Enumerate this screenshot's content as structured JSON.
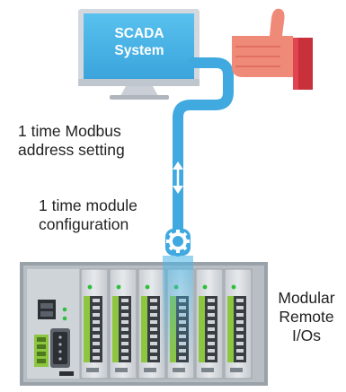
{
  "diagram": {
    "monitor_label_line1": "SCADA",
    "monitor_label_line2": "System",
    "label_modbus_line1": "1 time Modbus",
    "label_modbus_line2": "address setting",
    "label_config_line1": "1 time module",
    "label_config_line2": "configuration",
    "label_io_line1": "Modular",
    "label_io_line2": "Remote",
    "label_io_line3": "I/Os"
  },
  "icons": [
    "monitor-icon",
    "thumbs-up-icon",
    "double-arrow-icon",
    "gear-icon",
    "io-rack-icon"
  ],
  "colors": {
    "monitor_fill": "#4bb6e6",
    "monitor_frame": "#cfd6dc",
    "cable": "#3fa9e0",
    "thumb_skin": "#f08a78",
    "thumb_cuff": "#d23a3a",
    "module_body": "#d9dde1",
    "terminal_green": "#8dc63f"
  }
}
